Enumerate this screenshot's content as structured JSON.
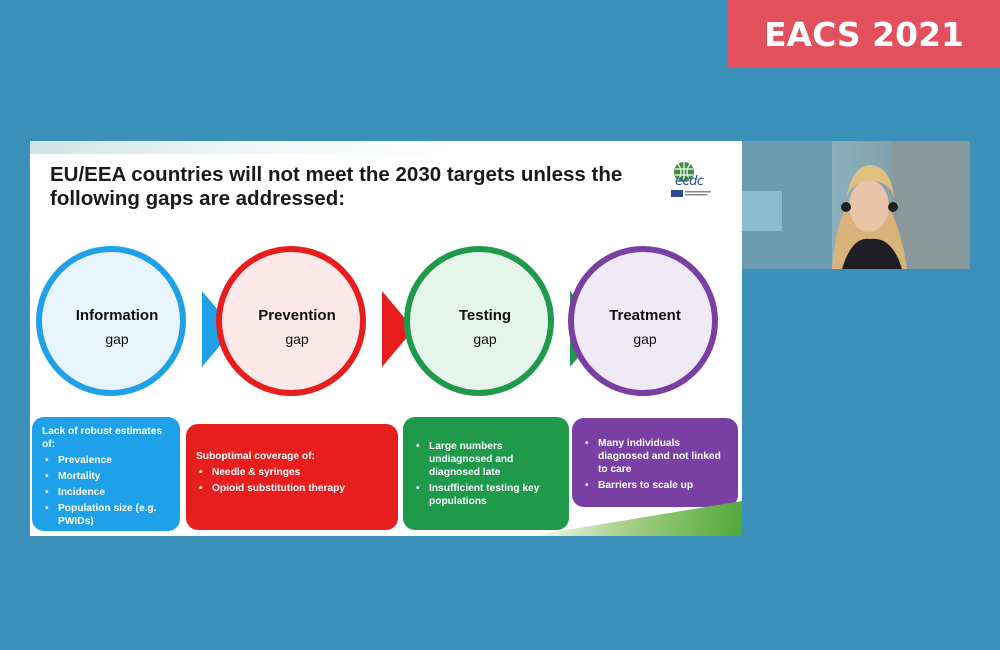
{
  "badge": {
    "text": "EACS 2021"
  },
  "slide": {
    "title": "EU/EEA countries will not meet the 2030 targets unless the following gaps are addressed:",
    "logo_text": "ecdc",
    "gaps": [
      {
        "title": "Information",
        "sub": "gap",
        "color": "#1ea1e8",
        "fill": "#e7f4fb"
      },
      {
        "title": "Prevention",
        "sub": "gap",
        "color": "#e81e1e",
        "fill": "#fce8e8"
      },
      {
        "title": "Testing",
        "sub": "gap",
        "color": "#1e9a4a",
        "fill": "#e6f5ec"
      },
      {
        "title": "Treatment",
        "sub": "gap",
        "color": "#7a3fa3",
        "fill": "#f0eaf6"
      }
    ],
    "boxes": [
      {
        "intro": "Lack of robust estimates of:",
        "items": [
          "Prevalence",
          "Mortality",
          "Incidence",
          "Population size (e.g. PWIDs)"
        ]
      },
      {
        "intro": "Suboptimal coverage of:",
        "items": [
          "Needle & syringes",
          "Opioid substitution therapy"
        ]
      },
      {
        "intro": "",
        "items": [
          "Large numbers undiagnosed and diagnosed late",
          "Insufficient testing key populations"
        ]
      },
      {
        "intro": "",
        "items": [
          "Many individuals diagnosed and not linked to care",
          "Barriers to scale up"
        ]
      }
    ]
  },
  "colors": {
    "background": "#3a90b8",
    "badge": "#e2505e"
  },
  "webcam": {
    "icon": "presenter-video"
  }
}
